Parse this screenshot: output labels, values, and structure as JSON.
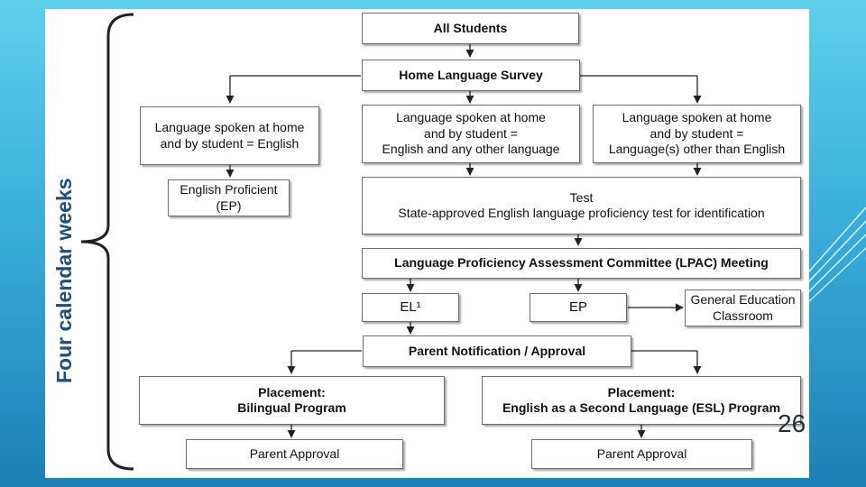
{
  "side_label": "Four  calendar weeks",
  "page_number": "26",
  "nodes": {
    "all_students": "All Students",
    "home_language_survey": "Home Language Survey",
    "lang_english_l1": "Language spoken at home",
    "lang_english_l2": "and by student = English",
    "lang_mixed_l1": "Language spoken at home",
    "lang_mixed_l2": "and by student =",
    "lang_mixed_l3": "English and any other language",
    "lang_other_l1": "Language spoken at home",
    "lang_other_l2": "and by student =",
    "lang_other_l3": "Language(s) other than English",
    "english_proficient_l1": "English Proficient",
    "english_proficient_l2": "(EP)",
    "test_l1": "Test",
    "test_l2": "State-approved English language proficiency test for identification",
    "lpac": "Language Proficiency Assessment Committee (LPAC) Meeting",
    "el": "EL¹",
    "ep": "EP",
    "gen_ed_l1": "General Education",
    "gen_ed_l2": "Classroom",
    "parent_notification": "Parent Notification / Approval",
    "placement_bilingual_l1": "Placement:",
    "placement_bilingual_l2": "Bilingual Program",
    "placement_esl_l1": "Placement:",
    "placement_esl_l2": "English as a Second Language (ESL) Program",
    "parent_approval_left": "Parent Approval",
    "parent_approval_right": "Parent Approval"
  },
  "colors": {
    "background_top": "#5fd0ec",
    "background_bottom": "#1c7fb6",
    "side_label": "#1f4e79",
    "connector": "#222222"
  }
}
